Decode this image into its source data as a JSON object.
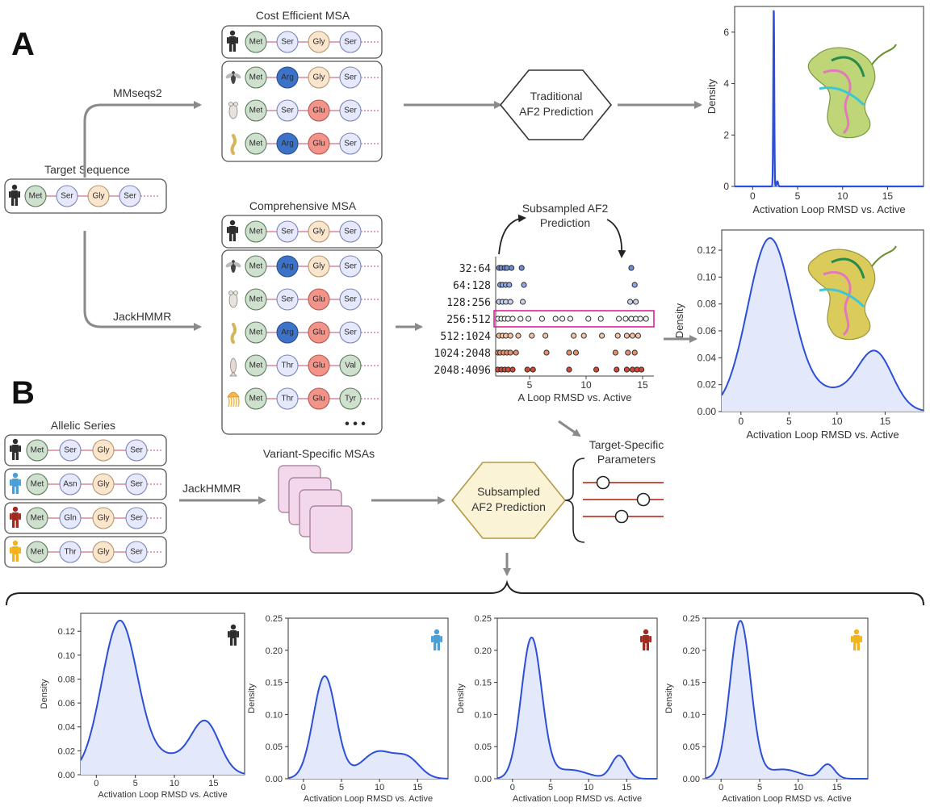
{
  "panel_labels": {
    "a": "A",
    "b": "B"
  },
  "colors": {
    "ring": "#5a5a5a",
    "connector": "#c84a6a",
    "arrow": "#8a8a8a",
    "curve": "#2b4fd8",
    "fill": "#e4e8fb",
    "highlight": "#e0209a",
    "hex_b_fill": "#fbf3d6",
    "hex_b_stroke": "#b49a45",
    "msa_fill": "#f3d7ea",
    "msa_stroke": "#a07594",
    "person_black": "#2d2d2d",
    "person_blue": "#4a9fd8",
    "person_red": "#a02a1f",
    "person_yellow": "#f2b31c"
  },
  "residue_colors": {
    "Met": {
      "fill": "#cfe0cf",
      "stroke": "#5a7a5a",
      "text": "#222"
    },
    "Ser": {
      "fill": "#e6e9fb",
      "stroke": "#7c86b8",
      "text": "#444"
    },
    "Gly": {
      "fill": "#fbe6cd",
      "stroke": "#b29772",
      "text": "#444"
    },
    "Arg": {
      "fill": "#3c72c8",
      "stroke": "#2a4f8c",
      "text": "#ffffff"
    },
    "Glu": {
      "fill": "#f3948a",
      "stroke": "#b45a52",
      "text": "#ffffff"
    },
    "Thr": {
      "fill": "#e6e9fb",
      "stroke": "#7c86b8",
      "text": "#444"
    },
    "Val": {
      "fill": "#cfe0cf",
      "stroke": "#5a7a5a",
      "text": "#222"
    },
    "Tyr": {
      "fill": "#cfe0cf",
      "stroke": "#5a7a5a",
      "text": "#222"
    },
    "Asn": {
      "fill": "#e6e9fb",
      "stroke": "#7c86b8",
      "text": "#c0392b"
    },
    "Gln": {
      "fill": "#e6e9fb",
      "stroke": "#7c86b8",
      "text": "#c0392b"
    },
    "Thr_mut": {
      "fill": "#e6e9fb",
      "stroke": "#7c86b8",
      "text": "#c0392b"
    }
  },
  "panel_a": {
    "target_title": "Target Sequence",
    "target_row": [
      "Met",
      "Ser",
      "Gly",
      "Ser"
    ],
    "mmseqs_label": "MMseqs2",
    "jackhmmr_label": "JackHMMR",
    "cost_msa": {
      "title": "Cost Efficient MSA",
      "header": [
        "Met",
        "Ser",
        "Gly",
        "Ser"
      ],
      "rows": [
        {
          "organism": "fly-icon",
          "res": [
            "Met",
            "Arg",
            "Gly",
            "Ser"
          ]
        },
        {
          "organism": "mouse-icon",
          "res": [
            "Met",
            "Ser",
            "Glu",
            "Ser"
          ]
        },
        {
          "organism": "worm-icon",
          "res": [
            "Met",
            "Arg",
            "Glu",
            "Ser"
          ]
        }
      ]
    },
    "comp_msa": {
      "title": "Comprehensive MSA",
      "header": [
        "Met",
        "Ser",
        "Gly",
        "Ser"
      ],
      "rows": [
        {
          "organism": "fly-icon",
          "res": [
            "Met",
            "Arg",
            "Gly",
            "Ser"
          ]
        },
        {
          "organism": "mouse-icon",
          "res": [
            "Met",
            "Ser",
            "Glu",
            "Ser"
          ]
        },
        {
          "organism": "worm-icon",
          "res": [
            "Met",
            "Arg",
            "Glu",
            "Ser"
          ]
        },
        {
          "organism": "zebrafish-icon",
          "res": [
            "Met",
            "Thr",
            "Glu",
            "Val"
          ]
        },
        {
          "organism": "jellyfish-icon",
          "res": [
            "Met",
            "Thr",
            "Glu",
            "Tyr"
          ]
        }
      ],
      "ellipsis": "• • •"
    },
    "traditional_hex": [
      "Traditional",
      "AF2 Prediction"
    ],
    "subsampled_title": [
      "Subsampled AF2",
      "Prediction"
    ],
    "scatter": {
      "type": "scatter",
      "categories": [
        "32:64",
        "64:128",
        "128:256",
        "256:512",
        "512:1024",
        "1024:2048",
        "2048:4096"
      ],
      "point_colors": [
        "#6f8fd8",
        "#8fa8e0",
        "#c8d2ef",
        "#f4f4f4",
        "#f4c2a4",
        "#e8906c",
        "#d24a35"
      ],
      "highlight_category": "256:512",
      "xlabel": "A Loop RMSD vs. Active",
      "xticks": [
        5,
        10,
        15
      ],
      "xlim": [
        2,
        16
      ],
      "points": [
        [
          2.3,
          2.5,
          2.8,
          3.0,
          3.4,
          4.3,
          14.0
        ],
        [
          2.4,
          2.6,
          2.9,
          3.2,
          4.5,
          14.3
        ],
        [
          2.3,
          2.6,
          2.9,
          3.3,
          4.4,
          13.9,
          14.4
        ],
        [
          2.2,
          2.5,
          2.8,
          3.1,
          3.5,
          4.2,
          4.9,
          6.1,
          7.3,
          7.9,
          8.6,
          10.2,
          11.3,
          12.9,
          13.5,
          14.0,
          14.4,
          14.8,
          15.3
        ],
        [
          2.3,
          2.6,
          2.9,
          3.3,
          4.0,
          5.2,
          6.4,
          8.9,
          9.8,
          11.4,
          12.8,
          13.6,
          14.1,
          14.6
        ],
        [
          2.2,
          2.4,
          2.7,
          3.0,
          3.3,
          3.8,
          6.5,
          8.5,
          9.1,
          12.6,
          13.7,
          14.3
        ],
        [
          2.2,
          2.5,
          2.8,
          3.1,
          3.5,
          4.8,
          5.3,
          8.5,
          10.9,
          12.7,
          13.6,
          14.1,
          14.5,
          14.9
        ]
      ]
    },
    "top_density": {
      "type": "area",
      "xlabel": "Activation Loop RMSD vs. Active",
      "ylabel": "Density",
      "xlim": [
        -2,
        19
      ],
      "ylim": [
        0,
        7
      ],
      "xticks": [
        0,
        5,
        10,
        15
      ],
      "yticks": [
        0,
        2,
        4,
        6
      ],
      "peaks": [
        {
          "mu": 2.35,
          "sigma": 0.055,
          "w": 0.96
        },
        {
          "mu": 2.75,
          "sigma": 0.08,
          "w": 0.04
        }
      ]
    },
    "mid_density": {
      "type": "area",
      "xlabel": "Activation Loop RMSD vs. Active",
      "ylabel": "Density",
      "xlim": [
        -2,
        19
      ],
      "ylim": [
        0,
        0.135
      ],
      "xticks": [
        0,
        5,
        10,
        15
      ],
      "yticks": [
        0.0,
        0.02,
        0.04,
        0.06,
        0.08,
        0.1,
        0.12
      ],
      "ytick_labels": [
        "0.00",
        "0.02",
        "0.04",
        "0.06",
        "0.08",
        "0.10",
        "0.12"
      ],
      "peaks": [
        {
          "mu": 3.0,
          "sigma": 2.3,
          "w": 0.74
        },
        {
          "mu": 9.5,
          "sigma": 2.6,
          "w": 0.09
        },
        {
          "mu": 14.0,
          "sigma": 1.8,
          "w": 0.19
        }
      ]
    }
  },
  "panel_b": {
    "allelic_title": "Allelic Series",
    "alleles": [
      {
        "person": "black",
        "res": [
          "Met",
          "Ser",
          "Gly",
          "Ser"
        ]
      },
      {
        "person": "blue",
        "res": [
          "Met",
          "Asn",
          "Gly",
          "Ser"
        ]
      },
      {
        "person": "red",
        "res": [
          "Met",
          "Gln",
          "Gly",
          "Ser"
        ]
      },
      {
        "person": "yellow",
        "res": [
          "Met",
          "Thr",
          "Gly",
          "Ser"
        ]
      }
    ],
    "jackhmmr_label": "JackHMMR",
    "variant_msas_label": "Variant-Specific MSAs",
    "subsampled_hex": [
      "Subsampled",
      "AF2 Prediction"
    ],
    "params_label": [
      "Target-Specific",
      "Parameters"
    ],
    "slider_levels": [
      0.25,
      0.75,
      0.48
    ]
  },
  "bottom_plots": [
    {
      "person": "black",
      "xlabel": "Activation Loop RMSD vs. Active",
      "ylabel": "Density",
      "xlim": [
        -2,
        19
      ],
      "ylim": [
        0,
        0.135
      ],
      "xticks": [
        0,
        5,
        10,
        15
      ],
      "yticks": [
        0.0,
        0.02,
        0.04,
        0.06,
        0.08,
        0.1,
        0.12
      ],
      "ytick_labels": [
        "0.00",
        "0.02",
        "0.04",
        "0.06",
        "0.08",
        "0.10",
        "0.12"
      ],
      "peaks": [
        {
          "mu": 3.0,
          "sigma": 2.3,
          "w": 0.74
        },
        {
          "mu": 9.5,
          "sigma": 2.6,
          "w": 0.09
        },
        {
          "mu": 14.0,
          "sigma": 1.8,
          "w": 0.19
        }
      ]
    },
    {
      "person": "blue",
      "xlabel": "Activation Loop RMSD vs. Active",
      "ylabel": "Density",
      "xlim": [
        -2,
        19
      ],
      "ylim": [
        0,
        0.25
      ],
      "xticks": [
        0,
        5,
        10,
        15
      ],
      "yticks": [
        0.0,
        0.05,
        0.1,
        0.15,
        0.2,
        0.25
      ],
      "ytick_labels": [
        "0.00",
        "0.05",
        "0.10",
        "0.15",
        "0.20",
        "0.25"
      ],
      "peaks": [
        {
          "mu": 2.8,
          "sigma": 1.5,
          "w": 0.6
        },
        {
          "mu": 9.8,
          "sigma": 2.2,
          "w": 0.23
        },
        {
          "mu": 13.8,
          "sigma": 1.6,
          "w": 0.11
        }
      ]
    },
    {
      "person": "red",
      "xlabel": "Activation Loop RMSD vs. Active",
      "ylabel": "Density",
      "xlim": [
        -2,
        19
      ],
      "ylim": [
        0,
        0.25
      ],
      "xticks": [
        0,
        5,
        10,
        15
      ],
      "yticks": [
        0.0,
        0.05,
        0.1,
        0.15,
        0.2,
        0.25
      ],
      "ytick_labels": [
        "0.00",
        "0.05",
        "0.10",
        "0.15",
        "0.20",
        "0.25"
      ],
      "peaks": [
        {
          "mu": 2.5,
          "sigma": 1.35,
          "w": 0.74
        },
        {
          "mu": 7.5,
          "sigma": 2.3,
          "w": 0.08
        },
        {
          "mu": 14.0,
          "sigma": 1.0,
          "w": 0.09
        }
      ]
    },
    {
      "person": "yellow",
      "xlabel": "Activation Loop RMSD vs. Active",
      "ylabel": "Density",
      "xlim": [
        -2,
        19
      ],
      "ylim": [
        0,
        0.25
      ],
      "xticks": [
        0,
        5,
        10,
        15
      ],
      "yticks": [
        0.0,
        0.05,
        0.1,
        0.15,
        0.2,
        0.25
      ],
      "ytick_labels": [
        "0.00",
        "0.05",
        "0.10",
        "0.15",
        "0.20",
        "0.25"
      ],
      "peaks": [
        {
          "mu": 2.5,
          "sigma": 1.35,
          "w": 0.83
        },
        {
          "mu": 8.0,
          "sigma": 2.2,
          "w": 0.08
        },
        {
          "mu": 13.8,
          "sigma": 0.9,
          "w": 0.05
        }
      ]
    }
  ]
}
